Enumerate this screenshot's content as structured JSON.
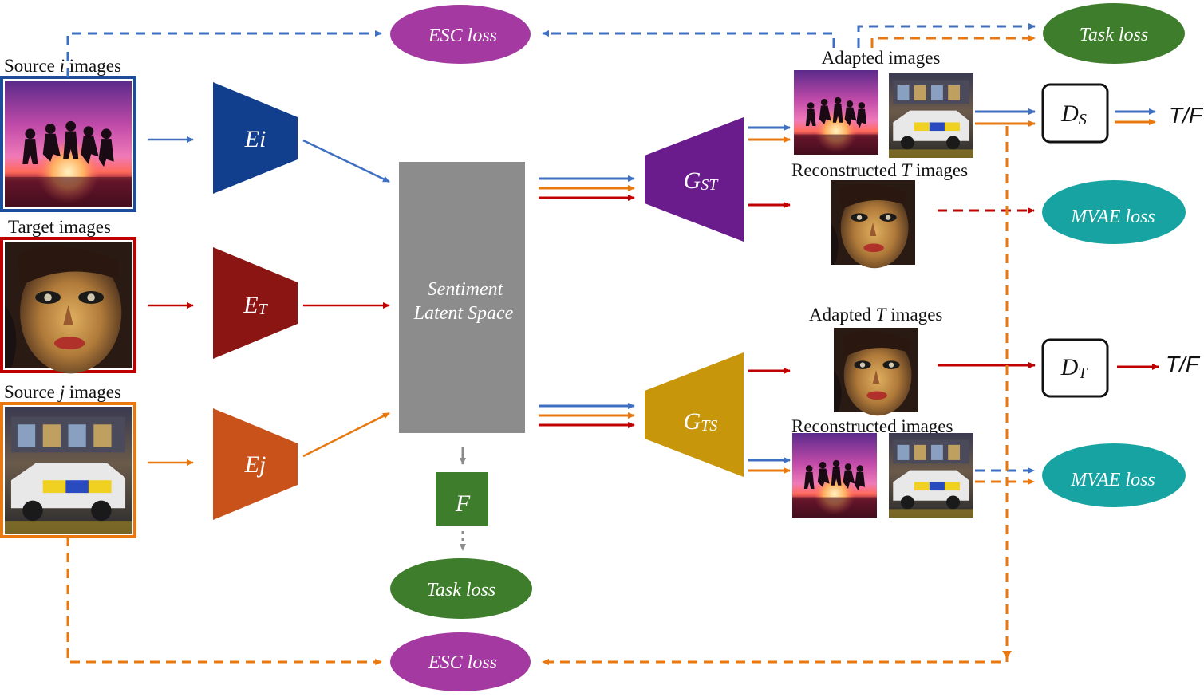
{
  "labels": {
    "source_i_pre": "Source ",
    "source_i_var": "i",
    "source_i_post": " images",
    "target_images": "Target images",
    "source_j_pre": "Source ",
    "source_j_var": "j",
    "source_j_post": " images",
    "adapted_images": "Adapted images",
    "reconstructed_t_pre": "Reconstructed ",
    "reconstructed_t_var": "T",
    "reconstructed_t_post": " images",
    "adapted_t_pre": "Adapted ",
    "adapted_t_var": "T",
    "adapted_t_post": " images",
    "reconstructed_images": "Reconstructed  images"
  },
  "encoders": {
    "ei": "Ei",
    "et_main": "E",
    "et_sub": "T",
    "ej": "Ej"
  },
  "generators": {
    "gst_main": "G",
    "gst_sub": "ST",
    "gts_main": "G",
    "gts_sub": "TS"
  },
  "latent": {
    "line1": "Sentiment",
    "line2": "Latent Space"
  },
  "classifier": {
    "f": "F"
  },
  "discriminators": {
    "ds_main": "D",
    "ds_sub": "S",
    "dt_main": "D",
    "dt_sub": "T"
  },
  "outputs": {
    "ds_out": "T/F",
    "dt_out": "T/F"
  },
  "losses": {
    "esc_top": "ESC loss",
    "task_top": "Task loss",
    "mvae_top": "MVAE loss",
    "mvae_bottom": "MVAE loss",
    "task_bottom": "Task loss",
    "esc_bottom": "ESC loss"
  },
  "colors": {
    "blue": "#3f6fc1",
    "orange": "#e8780f",
    "red": "#c00000",
    "encoder_i": "#123e8e",
    "encoder_t": "#8b1512",
    "encoder_j": "#c8521a",
    "generator_st": "#6a1b8c",
    "generator_ts": "#c8960b",
    "latent": "#8c8c8c",
    "classifier": "#3e7d2b",
    "esc_loss": "#a43aa1",
    "task_loss": "#3e7d2b",
    "mvae_loss": "#18a3a3",
    "source_i_frame": "#1d4c9c",
    "target_frame": "#c00000",
    "source_j_frame": "#e8780f"
  },
  "icons": {
    "source_i": "silhouettes-sunset-image",
    "target": "painted-face-image",
    "source_j": "police-car-image"
  }
}
